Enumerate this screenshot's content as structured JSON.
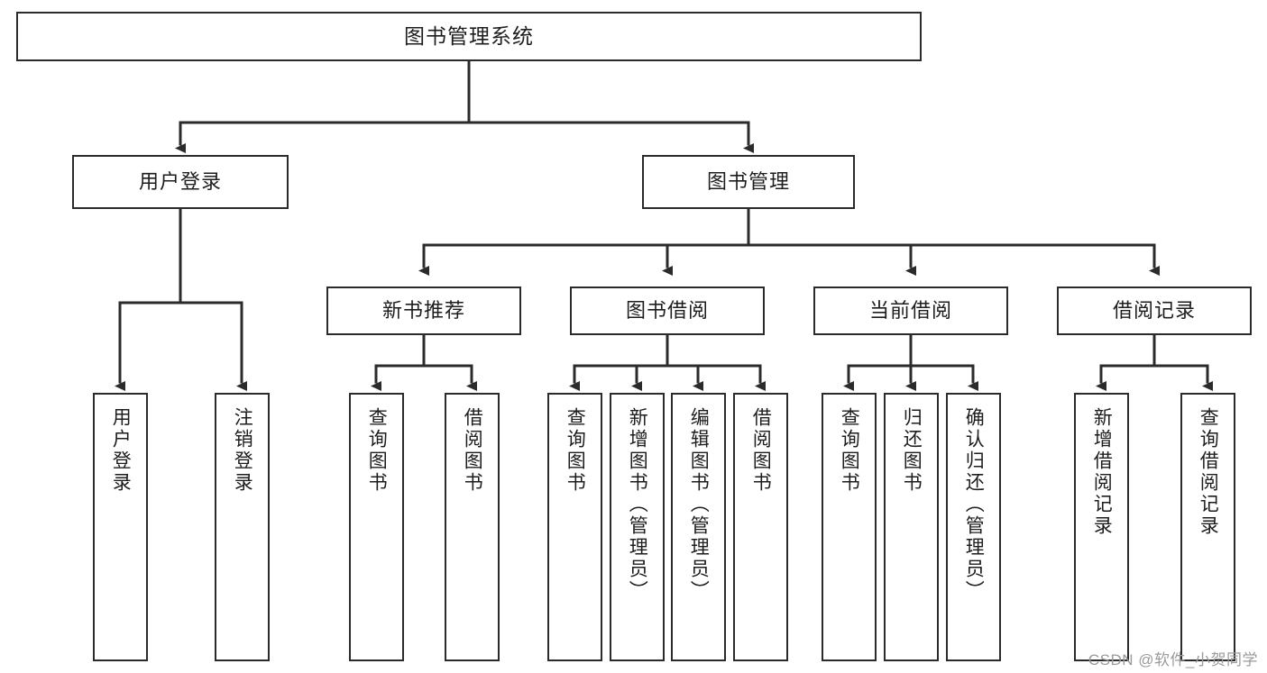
{
  "diagram": {
    "title": "图书管理系统",
    "type": "hierarchy-tree",
    "watermark": "CSDN @软件_小贺同学",
    "colors": {
      "box_border": "#2b2b2b",
      "box_fill": "#ffffff",
      "connector": "#2b2b2b",
      "text": "#1d1d1d",
      "watermark": "#9a9a9a"
    },
    "nodes": {
      "root": {
        "label": "图书管理系统",
        "level": 1,
        "orientation": "horizontal"
      },
      "l2": [
        {
          "id": "user-login",
          "label": "用户登录",
          "level": 2,
          "orientation": "horizontal"
        },
        {
          "id": "book-manage",
          "label": "图书管理",
          "level": 2,
          "orientation": "horizontal"
        }
      ],
      "l3": [
        {
          "id": "new-book-rec",
          "label": "新书推荐",
          "level": 3,
          "orientation": "horizontal"
        },
        {
          "id": "book-borrow",
          "label": "图书借阅",
          "level": 3,
          "orientation": "horizontal"
        },
        {
          "id": "current-borrow",
          "label": "当前借阅",
          "level": 3,
          "orientation": "horizontal"
        },
        {
          "id": "borrow-record",
          "label": "借阅记录",
          "level": 3,
          "orientation": "horizontal"
        }
      ],
      "leaves": [
        {
          "id": "leaf-user-login",
          "label": "用户登录",
          "parent": "user-login"
        },
        {
          "id": "leaf-logout",
          "label": "注销登录",
          "parent": "user-login"
        },
        {
          "id": "leaf-query-book-1",
          "label": "查询图书",
          "parent": "new-book-rec"
        },
        {
          "id": "leaf-borrow-book-1",
          "label": "借阅图书",
          "parent": "new-book-rec"
        },
        {
          "id": "leaf-query-book-2",
          "label": "查询图书",
          "parent": "book-borrow"
        },
        {
          "id": "leaf-add-book",
          "label": "新增图书（管理员）",
          "parent": "book-borrow"
        },
        {
          "id": "leaf-edit-book",
          "label": "编辑图书（管理员）",
          "parent": "book-borrow"
        },
        {
          "id": "leaf-borrow-book-2",
          "label": "借阅图书",
          "parent": "book-borrow"
        },
        {
          "id": "leaf-query-book-3",
          "label": "查询图书",
          "parent": "current-borrow"
        },
        {
          "id": "leaf-return-book",
          "label": "归还图书",
          "parent": "current-borrow"
        },
        {
          "id": "leaf-confirm-return",
          "label": "确认归还（管理员）",
          "parent": "current-borrow"
        },
        {
          "id": "leaf-add-record",
          "label": "新增借阅记录",
          "parent": "borrow-record"
        },
        {
          "id": "leaf-query-record",
          "label": "查询借阅记录",
          "parent": "borrow-record"
        }
      ]
    }
  }
}
